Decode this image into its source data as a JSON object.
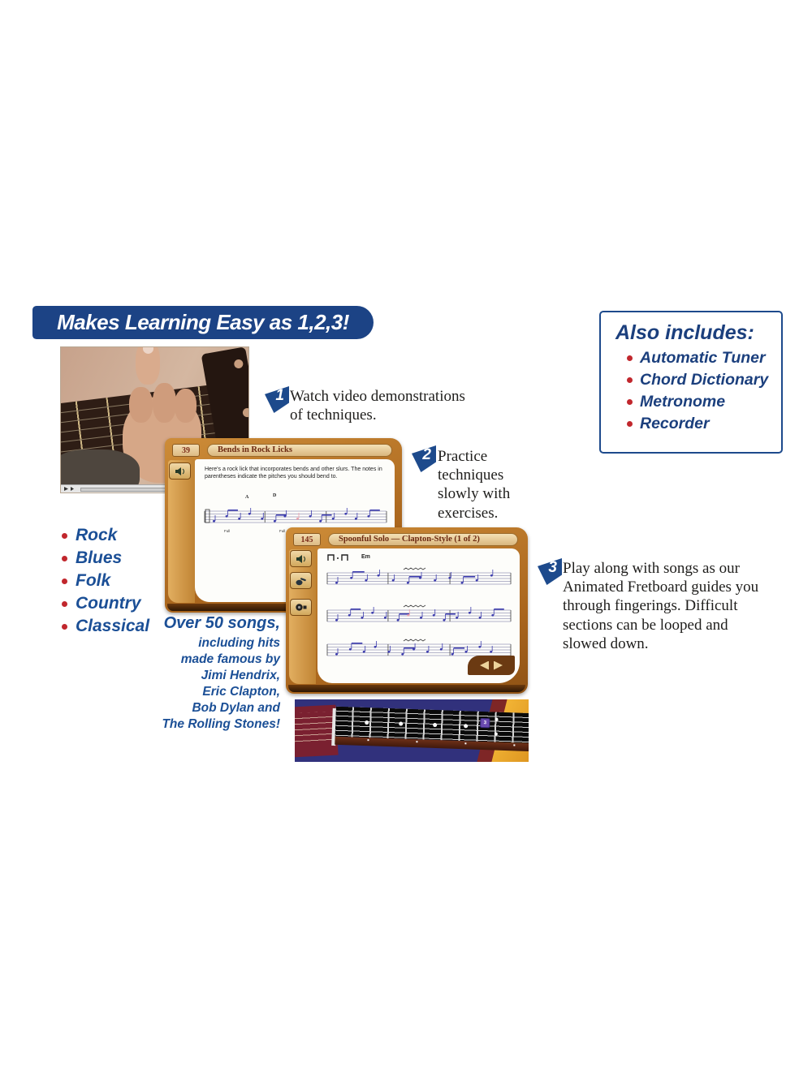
{
  "banner": {
    "text": "Makes Learning Easy as 1,2,3!"
  },
  "also_includes": {
    "title": "Also includes:",
    "items": [
      "Automatic Tuner",
      "Chord Dictionary",
      "Metronome",
      "Recorder"
    ]
  },
  "steps": [
    {
      "number": "1",
      "text": "Watch video demonstrations of techniques."
    },
    {
      "number": "2",
      "text": "Practice techniques slowly with exercises."
    },
    {
      "number": "3",
      "text": "Play along with songs as our Animated Fretboard guides you through fingerings. Difficult sections can be looped and slowed down."
    }
  ],
  "genres": [
    "Rock",
    "Blues",
    "Folk",
    "Country",
    "Classical"
  ],
  "songs_note": {
    "headline": "Over 50 songs,",
    "lines": [
      "including hits",
      "made famous by",
      "Jimi Hendrix,",
      "Eric Clapton,",
      "Bob Dylan and",
      "The Rolling Stones!"
    ]
  },
  "screenshot1": {
    "page_number": "39",
    "title": "Bends in Rock Licks",
    "description": "Here's a rock lick that incorporates bends and other slurs. The notes in parentheses indicate the pitches you should bend to.",
    "chords": [
      "A",
      "D"
    ],
    "bend_label": "Full"
  },
  "screenshot2": {
    "page_number": "145",
    "title": "Spoonful Solo — Clapton-Style (1 of 2)",
    "chord_label": "Em"
  },
  "fretboard": {
    "marker_label": "3"
  },
  "colors": {
    "banner_blue": "#1c4385",
    "navy_text": "#1b3f7d",
    "genre_blue": "#1b4f96",
    "bullet_red": "#c1272d",
    "wood_frame": "#b06a1e",
    "notation_blue": "#3c3cae",
    "fretboard_bg": "#31317c",
    "guitar_body_yellow": "#eca32a",
    "headstock_maroon": "#7a2030",
    "marker_purple": "#6a4ab0"
  }
}
